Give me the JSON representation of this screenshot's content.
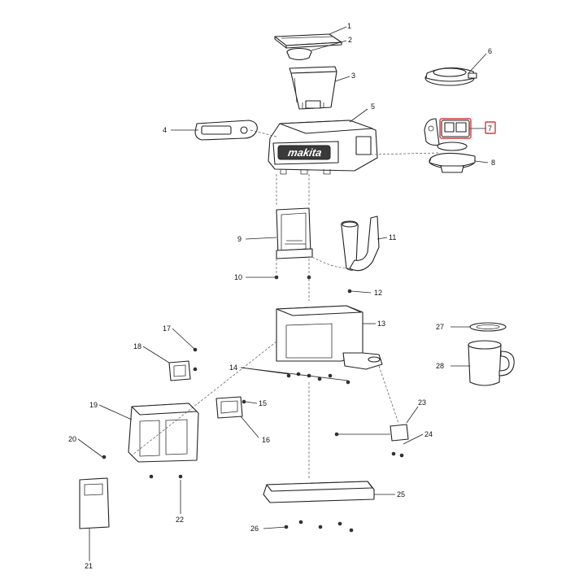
{
  "accent_highlight": "#d9383a",
  "callouts": [
    {
      "id": "c1",
      "text": "1"
    },
    {
      "id": "c2",
      "text": "2"
    },
    {
      "id": "c3",
      "text": "3"
    },
    {
      "id": "c4",
      "text": "4"
    },
    {
      "id": "c5",
      "text": "5"
    },
    {
      "id": "c6",
      "text": "6"
    },
    {
      "id": "c7",
      "text": "7"
    },
    {
      "id": "c8",
      "text": "8"
    },
    {
      "id": "c9",
      "text": "9"
    },
    {
      "id": "c10",
      "text": "10"
    },
    {
      "id": "c11",
      "text": "11"
    },
    {
      "id": "c12",
      "text": "12"
    },
    {
      "id": "c13",
      "text": "13"
    },
    {
      "id": "c14",
      "text": "14"
    },
    {
      "id": "c15",
      "text": "15"
    },
    {
      "id": "c16",
      "text": "16"
    },
    {
      "id": "c17",
      "text": "17"
    },
    {
      "id": "c18",
      "text": "18"
    },
    {
      "id": "c19",
      "text": "19"
    },
    {
      "id": "c20",
      "text": "20"
    },
    {
      "id": "c21",
      "text": "21"
    },
    {
      "id": "c22",
      "text": "22"
    },
    {
      "id": "c23",
      "text": "23"
    },
    {
      "id": "c24",
      "text": "24"
    },
    {
      "id": "c25",
      "text": "25"
    },
    {
      "id": "c26",
      "text": "26"
    },
    {
      "id": "c27",
      "text": "27"
    },
    {
      "id": "c28",
      "text": "28"
    }
  ],
  "brand_logo_text": "makita",
  "highlighted_part": "7"
}
